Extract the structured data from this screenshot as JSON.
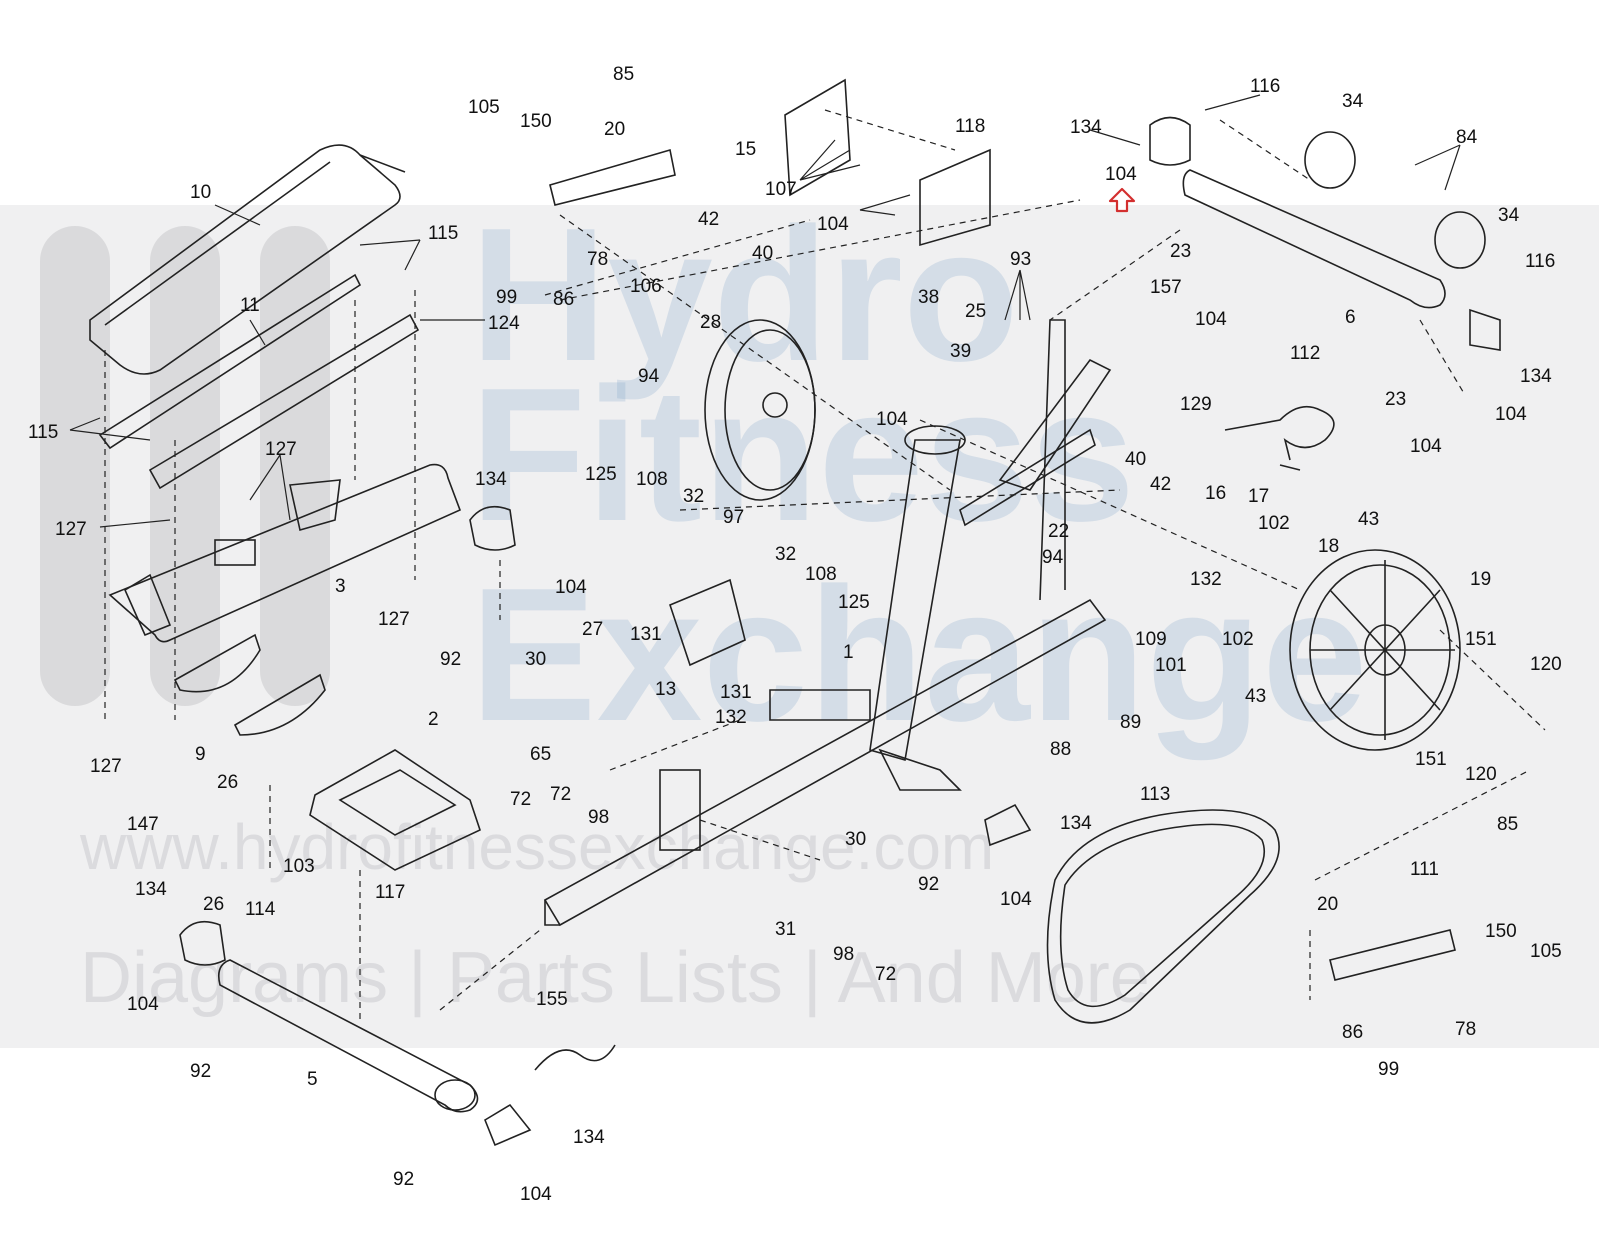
{
  "watermark": {
    "lines": [
      "Hydro",
      "Fitness",
      "Exchange"
    ],
    "url": "www.hydrofitnessexchange.com",
    "tagline_parts": [
      "Diagrams",
      "Parts Lists",
      "And More"
    ]
  },
  "colors": {
    "ink": "#222222",
    "highlight_arrow": "#d32f2f",
    "watermark_blue": "#7aa0c8",
    "watermark_gray": "#9a9aa0"
  },
  "highlight": {
    "part": "104",
    "icon": "up-arrow-icon"
  },
  "callouts": [
    "85",
    "105",
    "150",
    "20",
    "15",
    "118",
    "116",
    "34",
    "134",
    "104",
    "84",
    "10",
    "107",
    "104",
    "42",
    "40",
    "115",
    "23",
    "34",
    "99",
    "86",
    "106",
    "78",
    "93",
    "6",
    "116",
    "11",
    "124",
    "38",
    "25",
    "157",
    "28",
    "104",
    "134",
    "94",
    "39",
    "112",
    "23",
    "104",
    "115",
    "104",
    "127",
    "129",
    "104",
    "40",
    "125",
    "108",
    "32",
    "42",
    "16",
    "17",
    "102",
    "43",
    "134",
    "97",
    "127",
    "22",
    "94",
    "18",
    "19",
    "3",
    "32",
    "108",
    "125",
    "132",
    "104",
    "27",
    "102",
    "151",
    "120",
    "127",
    "92",
    "131",
    "30",
    "1",
    "109",
    "101",
    "43",
    "13",
    "131",
    "89",
    "2",
    "151",
    "120",
    "65",
    "132",
    "9",
    "127",
    "88",
    "72",
    "26",
    "113",
    "134",
    "98",
    "147",
    "103",
    "30",
    "85",
    "26",
    "114",
    "92",
    "117",
    "104",
    "72",
    "111",
    "134",
    "31",
    "20",
    "150",
    "98",
    "72",
    "105",
    "104",
    "155",
    "86",
    "78",
    "92",
    "99",
    "5",
    "134",
    "92",
    "104"
  ]
}
